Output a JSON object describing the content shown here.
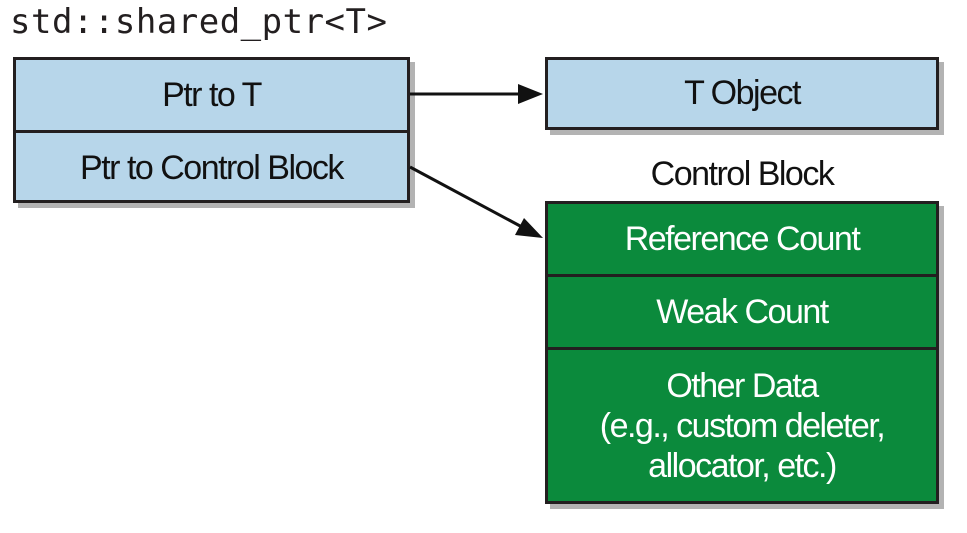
{
  "title": "std::shared_ptr<T>",
  "shared_ptr": {
    "ptr_to_t": "Ptr to T",
    "ptr_to_control_block": "Ptr to Control Block"
  },
  "t_object": "T Object",
  "control_block": {
    "label": "Control Block",
    "reference_count": "Reference Count",
    "weak_count": "Weak Count",
    "other_data": {
      "line1": "Other Data",
      "line2": "(e.g., custom deleter,",
      "line3": "allocator, etc.)"
    }
  },
  "colors": {
    "blue_fill": "#b7d6ea",
    "green_fill": "#0b8a3c",
    "outline": "#231f20",
    "shadow": "#b3b3b3"
  }
}
